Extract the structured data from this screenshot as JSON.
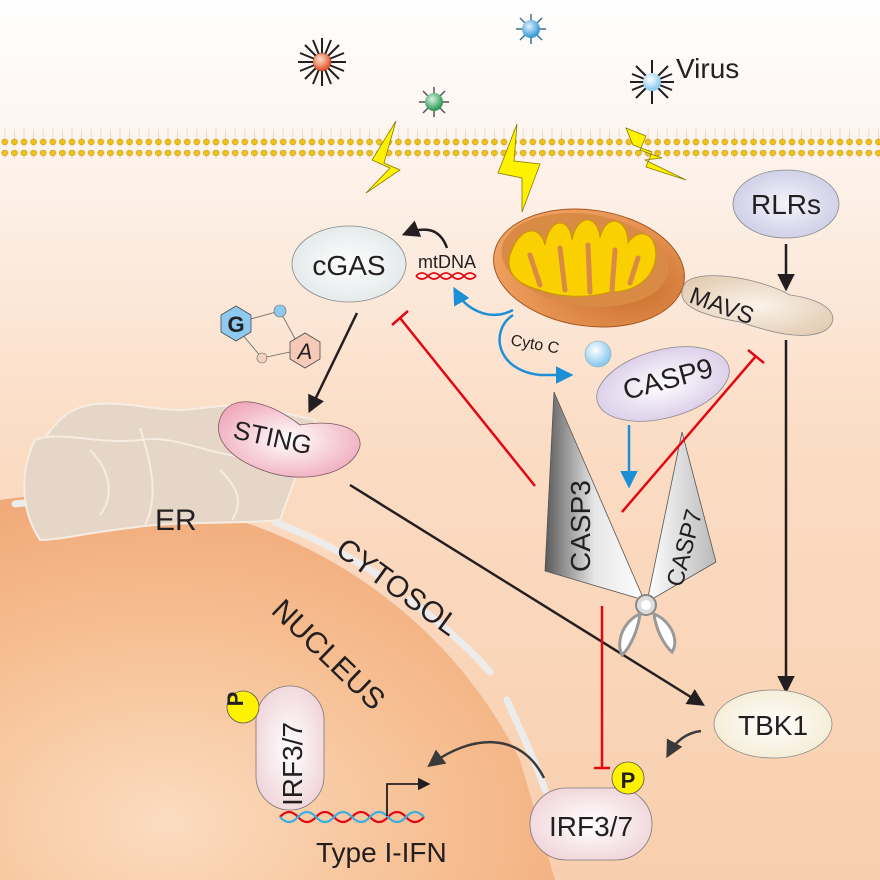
{
  "labels": {
    "virus": "Virus",
    "rlrs": "RLRs",
    "mavs": "MAVS",
    "cgas": "cGAS",
    "mtdna": "mtDNA",
    "cyto_c": "Cyto C",
    "casp9": "CASP9",
    "casp3": "CASP3",
    "casp7": "CASP7",
    "sting": "STING",
    "er": "ER",
    "cytosol": "CYTOSOL",
    "nucleus": "NUCLEUS",
    "tbk1": "TBK1",
    "irf_cyto": "IRF3/7",
    "irf_nuc": "IRF3/7",
    "phospho": "P",
    "type_ifn": "Type I-IFN",
    "cgamp_g": "G",
    "cgamp_a": "A"
  },
  "colors": {
    "activation_arrow": "#231f20",
    "inhibition": "#e30613",
    "release_arrow": "#1d8fd6",
    "lightning": "#fff200",
    "phosphate": "#fff200",
    "membrane_head": "#e8b400"
  }
}
